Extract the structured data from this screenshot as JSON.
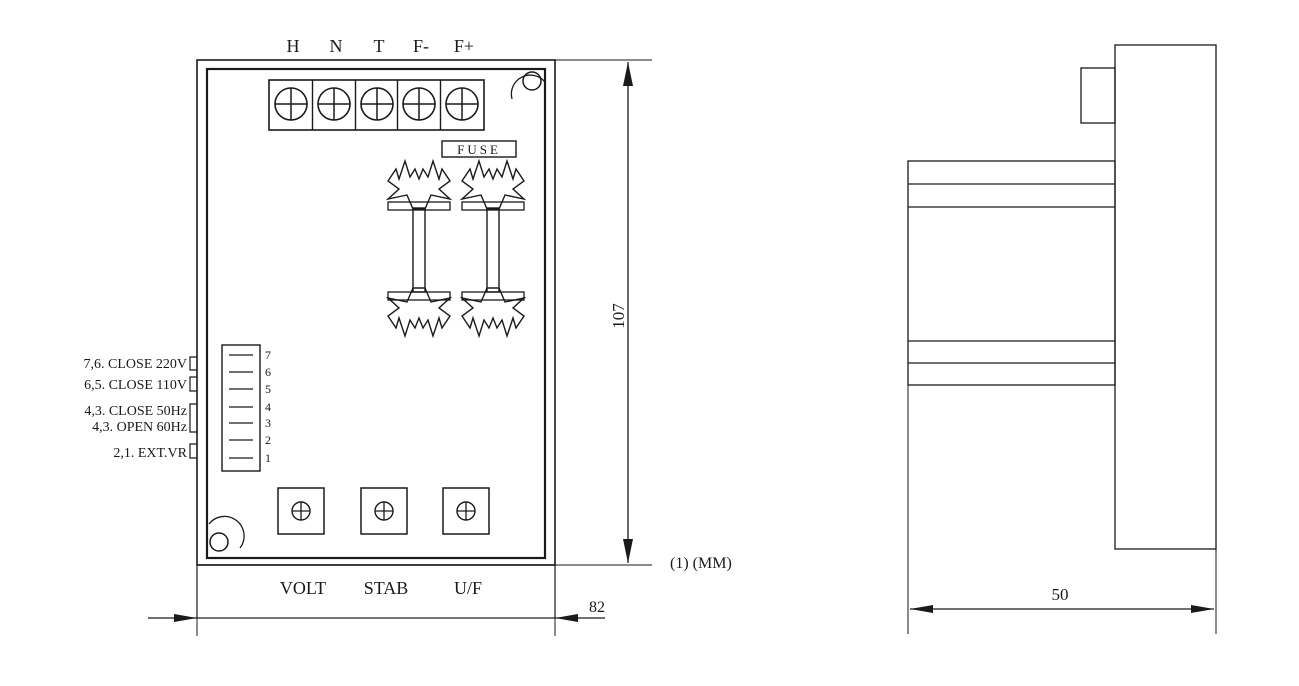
{
  "terminals": [
    "H",
    "N",
    "T",
    "F-",
    "F+"
  ],
  "fuse_label": "FUSE",
  "pin_numbers": [
    "7",
    "6",
    "5",
    "4",
    "3",
    "2",
    "1"
  ],
  "jumper_notes": [
    "7,6. CLOSE 220V",
    "6,5. CLOSE 110V",
    "4,3. CLOSE 50Hz",
    "4,3. OPEN 60Hz",
    "2,1. EXT.VR"
  ],
  "pots": [
    "VOLT",
    "STAB",
    "U/F"
  ],
  "dimensions": {
    "height": "107",
    "width": "82",
    "depth": "50",
    "unit_note": "(1) (MM)"
  }
}
